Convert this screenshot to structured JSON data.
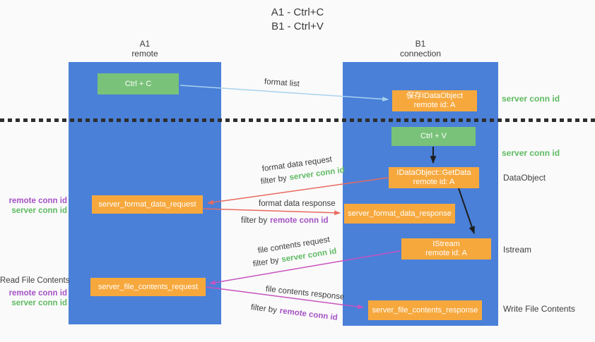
{
  "title": {
    "line1": "A1 - Ctrl+C",
    "line2": "B1 - Ctrl+V"
  },
  "lifelines": {
    "left": {
      "name": "A1",
      "subtitle": "remote"
    },
    "right": {
      "name": "B1",
      "subtitle": "connection"
    }
  },
  "nodes": {
    "ctrl_c": {
      "label": "Ctrl + C"
    },
    "ctrl_v": {
      "label": "Ctrl + V"
    },
    "save_dataobject": {
      "line1": "保存IDataObject",
      "line2": "remote id: A"
    },
    "getdata": {
      "line1": "IDataObject::GetData",
      "line2": "remote id: A"
    },
    "istream": {
      "line1": "IStream",
      "line2": "remote id: A"
    },
    "format_request": {
      "label": "server_format_data_request"
    },
    "format_response": {
      "label": "server_format_data_response"
    },
    "file_request": {
      "label": "server_file_contents_request"
    },
    "file_response": {
      "label": "server_file_contents_response"
    }
  },
  "arrows": {
    "format_list": {
      "label": "format list"
    },
    "format_data_request": {
      "label": "format data request",
      "filter_prefix": "filter by",
      "filter_key": "server conn id"
    },
    "format_data_response": {
      "label": "format data response",
      "filter_prefix": "filter by",
      "filter_key": "remote conn id"
    },
    "file_contents_request": {
      "label": "file contents request",
      "filter_prefix": "filter by",
      "filter_key": "server conn id"
    },
    "file_contents_response": {
      "label": "file contents response",
      "filter_prefix": "filter by",
      "filter_key": "remote conn id"
    }
  },
  "annotations": {
    "server_conn_id_top": "server conn id",
    "server_conn_id_mid": "server conn id",
    "dataobject": "DataObject",
    "istream": "Istream",
    "write_file_contents": "Write File Contents",
    "read_file_contents": "Read File Contents",
    "left_group1": {
      "remote": "remote conn id",
      "server": "server conn id"
    },
    "left_group2": {
      "remote": "remote conn id",
      "server": "server conn id"
    }
  },
  "colors": {
    "lifeline_blue": "#4a80d8",
    "node_green": "#79c279",
    "node_orange": "#f7a83d",
    "conn_green": "#5fba62",
    "conn_purple": "#a553c5",
    "arrow_red": "#e96a5f",
    "arrow_magenta": "#c653c0",
    "arrow_lightblue": "#a8d2ef",
    "arrow_black": "#1f1f1f"
  }
}
